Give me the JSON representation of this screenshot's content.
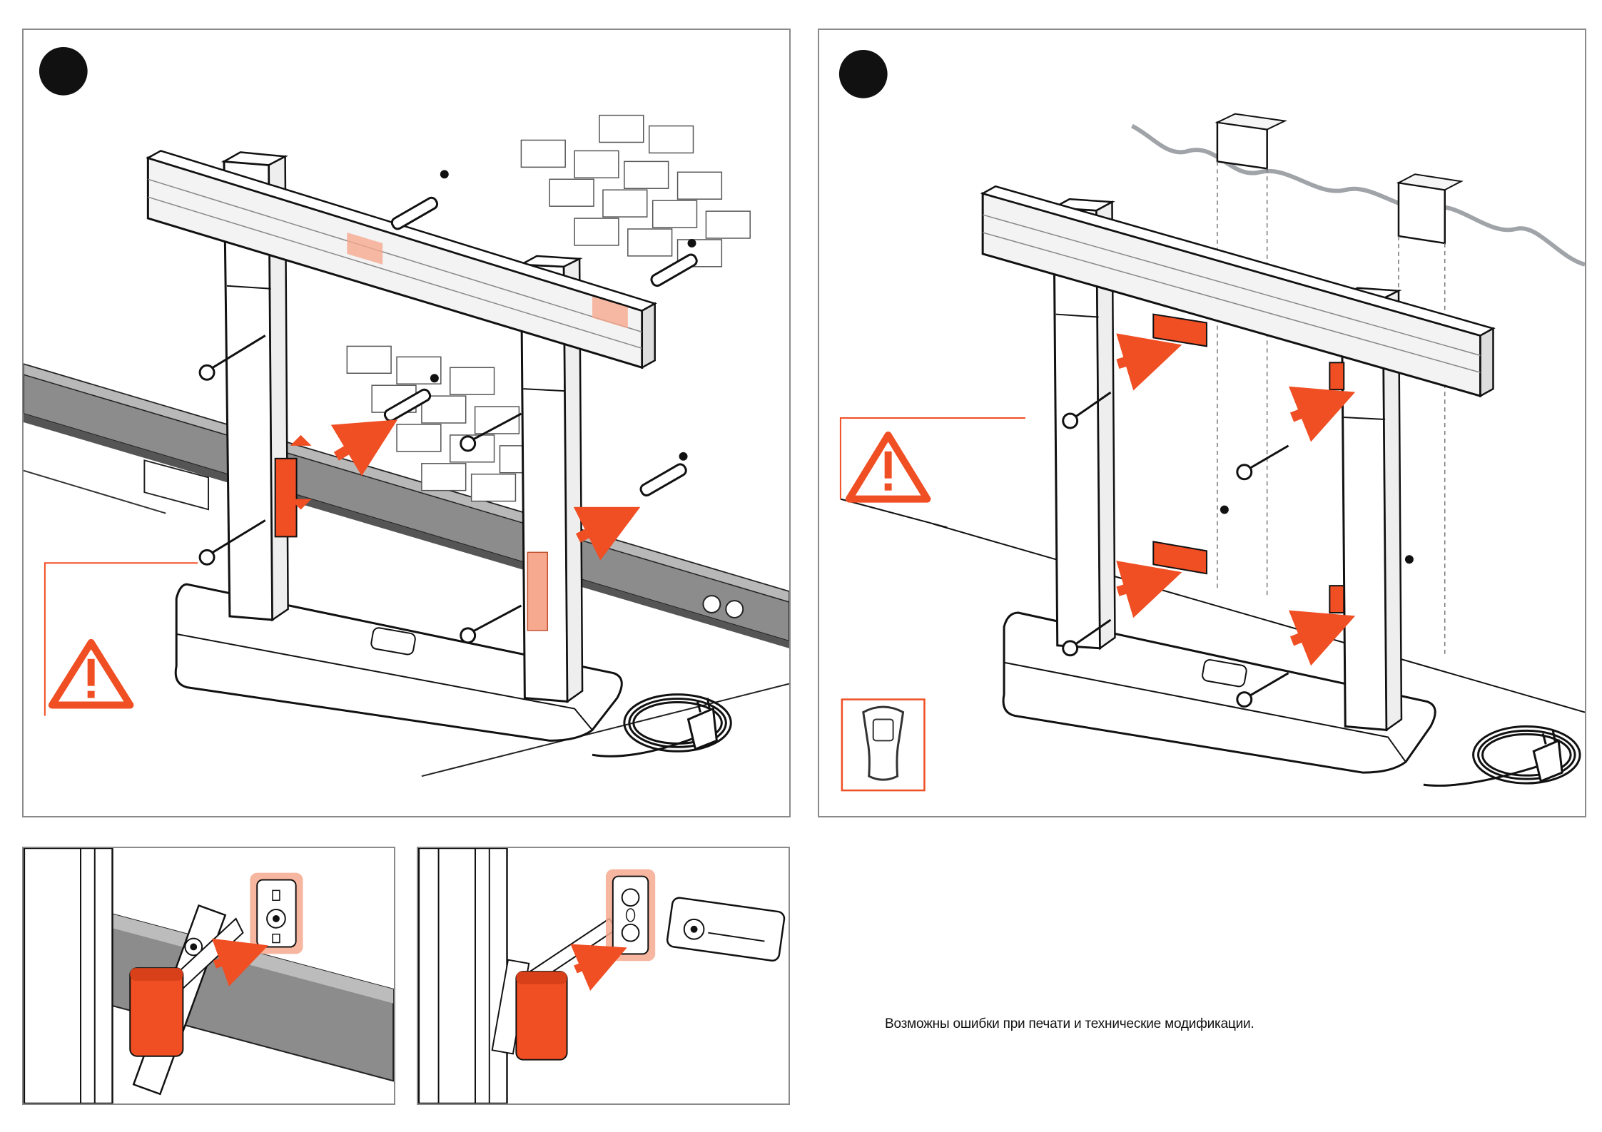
{
  "document": {
    "disclaimer": "Возможны ошибки при печати и технические модификации."
  },
  "panels": [
    {
      "id": "step-a",
      "content": "stand mounting to brick wall with anchors and bolts"
    },
    {
      "id": "step-b",
      "content": "stand mounting to wooden stud wall"
    },
    {
      "id": "detail-a"
    },
    {
      "id": "detail-b"
    }
  ],
  "icons": [
    "warning-icon",
    "stud-finder-icon",
    "power-plug-icon",
    "step-number-dot",
    "brand-logo"
  ],
  "colors": {
    "accent": "#f04e23",
    "accent_light": "#f6a98f",
    "line": "#1a1a1a",
    "outline": "#8a8a8a",
    "floor_strip": "#8c8c8c",
    "stud_wall": "#a0a4a8"
  }
}
